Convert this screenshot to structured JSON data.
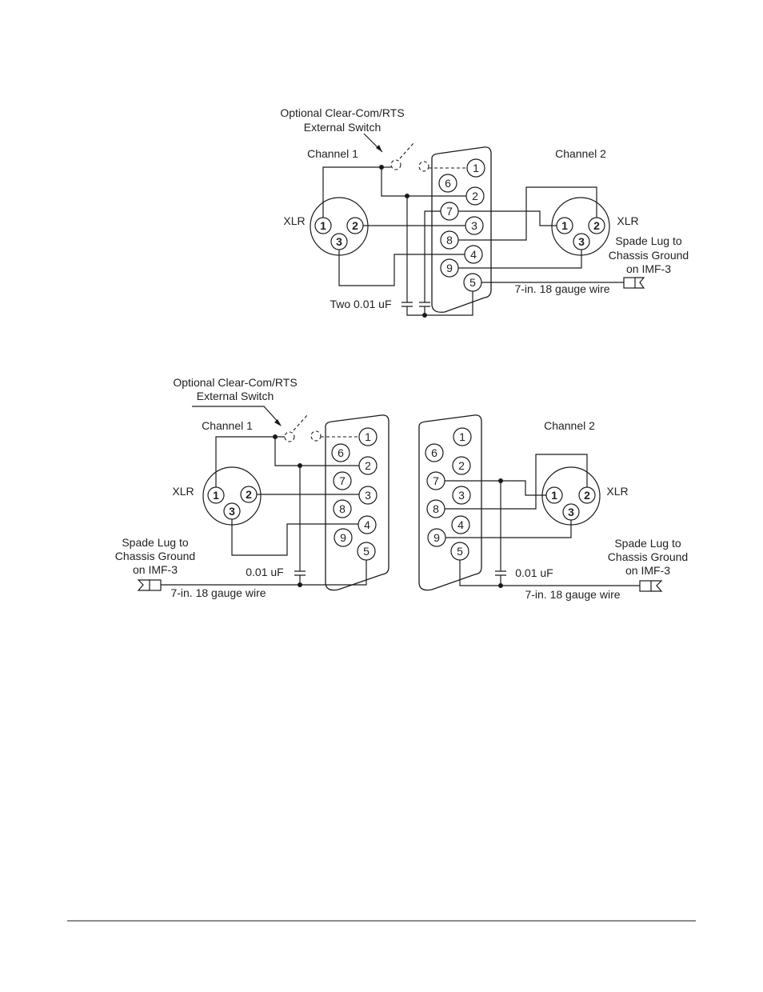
{
  "diagram_top": {
    "switch_label_1": "Optional Clear-Com/RTS",
    "switch_label_2": "External Switch",
    "channel1": "Channel 1",
    "channel2": "Channel 2",
    "xlr_left": "XLR",
    "xlr_right": "XLR",
    "spade_1": "Spade Lug to",
    "spade_2": "Chassis Ground",
    "spade_3": "on IMF-3",
    "wire": "7-in. 18 gauge wire",
    "capacitor": "Two 0.01 uF",
    "db9_pins": [
      "1",
      "2",
      "3",
      "4",
      "5",
      "6",
      "7",
      "8",
      "9"
    ],
    "xlr_pins": [
      "1",
      "2",
      "3"
    ]
  },
  "diagram_bottom": {
    "switch_label_1": "Optional Clear-Com/RTS",
    "switch_label_2": "External Switch",
    "channel1": "Channel 1",
    "channel2": "Channel 2",
    "xlr_left": "XLR",
    "xlr_right": "XLR",
    "spade_left_1": "Spade Lug to",
    "spade_left_2": "Chassis Ground",
    "spade_left_3": "on IMF-3",
    "spade_right_1": "Spade Lug to",
    "spade_right_2": "Chassis Ground",
    "spade_right_3": "on IMF-3",
    "wire_left": "7-in. 18 gauge wire",
    "wire_right": "7-in. 18 gauge wire",
    "cap_left": "0.01 uF",
    "cap_right": "0.01 uF",
    "db9_pins": [
      "1",
      "2",
      "3",
      "4",
      "5",
      "6",
      "7",
      "8",
      "9"
    ],
    "xlr_pins": [
      "1",
      "2",
      "3"
    ]
  }
}
